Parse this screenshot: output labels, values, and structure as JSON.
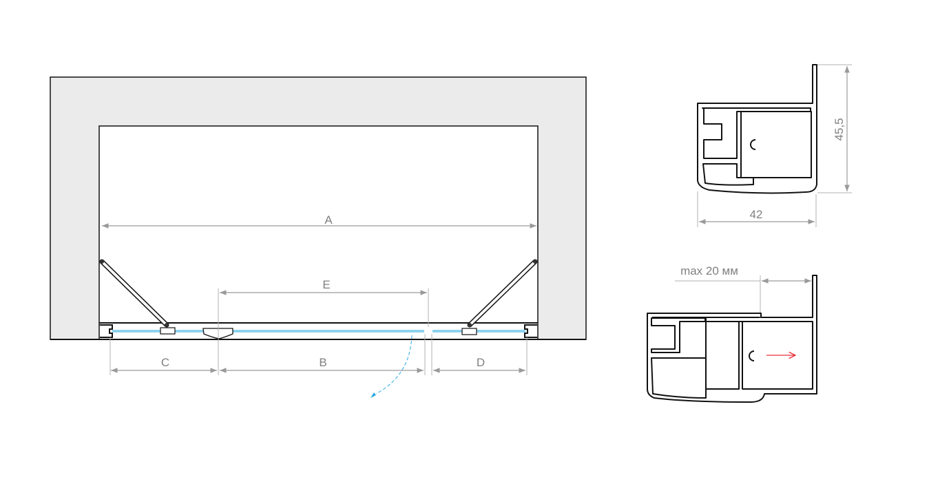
{
  "plan": {
    "labels": {
      "a": "A",
      "b": "B",
      "c": "C",
      "d": "D",
      "e": "E"
    }
  },
  "profile_top": {
    "width_label": "42",
    "height_label": "45,5"
  },
  "profile_bottom": {
    "adjust_label": "max 20 мм"
  },
  "colors": {
    "glass": "#29a9e1",
    "arrow": "#e8303a",
    "dimension": "#9a9a9a",
    "wall": "#ebebeb"
  }
}
